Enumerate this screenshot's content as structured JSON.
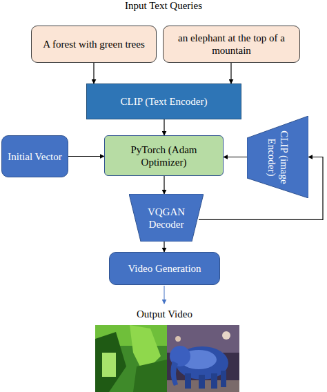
{
  "diagram": {
    "title": "Input Text Queries",
    "nodes": [
      {
        "text": [
          "A forest with green trees"
        ]
      },
      {
        "text": [
          "an elephant at the top of a mountain"
        ]
      },
      {
        "text": [
          "CLIP (Text Encoder)"
        ]
      },
      {
        "text": [
          "Initial Vector"
        ]
      },
      {
        "text": [
          "PyTorch (Adam Optimizer)"
        ]
      },
      {
        "text": [
          "CLIP (image Encoder)"
        ]
      },
      {
        "text": [
          "VQGAN Decoder"
        ]
      },
      {
        "text": [
          "Video Generation"
        ]
      }
    ],
    "edges": [
      {
        "from": 0,
        "to": 2,
        "arrow": "to"
      },
      {
        "from": 1,
        "to": 2,
        "arrow": "to"
      },
      {
        "from": 2,
        "to": 4,
        "arrow": "to"
      },
      {
        "from": 3,
        "to": 4,
        "arrow": "to"
      },
      {
        "from": 5,
        "to": 4,
        "arrow": "to"
      },
      {
        "from": 4,
        "to": 6,
        "arrow": "to"
      },
      {
        "from": 6,
        "to": 7,
        "arrow": "to"
      },
      {
        "from": 6,
        "to": 5,
        "arrow": "to"
      }
    ],
    "labels": [
      "Output Video"
    ]
  }
}
